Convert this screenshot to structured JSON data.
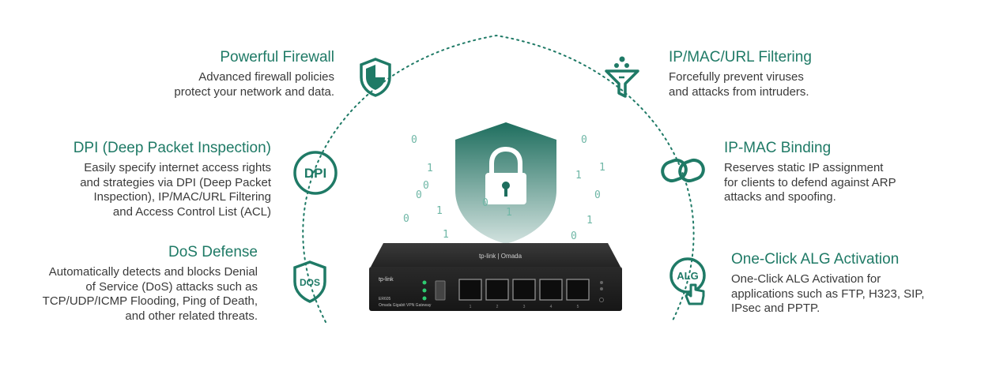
{
  "features": {
    "firewall": {
      "title": "Powerful Firewall",
      "desc": [
        "Advanced firewall policies",
        "protect your network and data."
      ]
    },
    "dpi": {
      "title": "DPI (Deep Packet Inspection)",
      "desc": [
        "Easily specify internet access rights",
        "and strategies via DPI (Deep Packet",
        "Inspection), IP/MAC/URL Filtering",
        "and Access Control List (ACL)"
      ],
      "icon_label": "DPI"
    },
    "dos": {
      "title": "DoS Defense",
      "desc": [
        "Automatically detects and blocks Denial",
        "of Service (DoS) attacks such as",
        "TCP/UDP/ICMP Flooding, Ping of Death,",
        "and other related threats."
      ],
      "icon_label": "DOS"
    },
    "filtering": {
      "title": "IP/MAC/URL Filtering",
      "desc": [
        "Forcefully prevent viruses",
        "and attacks from intruders."
      ]
    },
    "binding": {
      "title": "IP-MAC Binding",
      "desc": [
        "Reserves static IP assignment",
        "for clients to defend against ARP",
        "attacks and spoofing."
      ]
    },
    "alg": {
      "title": "One-Click ALG Activation",
      "desc": [
        "One-Click ALG Activation for",
        "applications such as FTP, H323, SIP,",
        "IPsec and PPTP."
      ],
      "icon_label": "ALG"
    }
  },
  "router": {
    "brand": "tp-link",
    "top_brand": "tp-link | Omada",
    "model": "ER605",
    "subtitle": "Omada Gigabit VPN Gateway",
    "port_numbers": [
      "1",
      "2",
      "3",
      "4",
      "5"
    ]
  },
  "colors": {
    "accent": "#1f7a66",
    "icon_green": "#1f7a66",
    "shield": "#1d6a5a",
    "text": "#3a3a3a"
  },
  "icons": [
    "shield-icon",
    "funnel-icon",
    "dpi-badge-icon",
    "link-icon",
    "dos-shield-icon",
    "alg-touch-icon",
    "padlock-icon",
    "router-image"
  ]
}
